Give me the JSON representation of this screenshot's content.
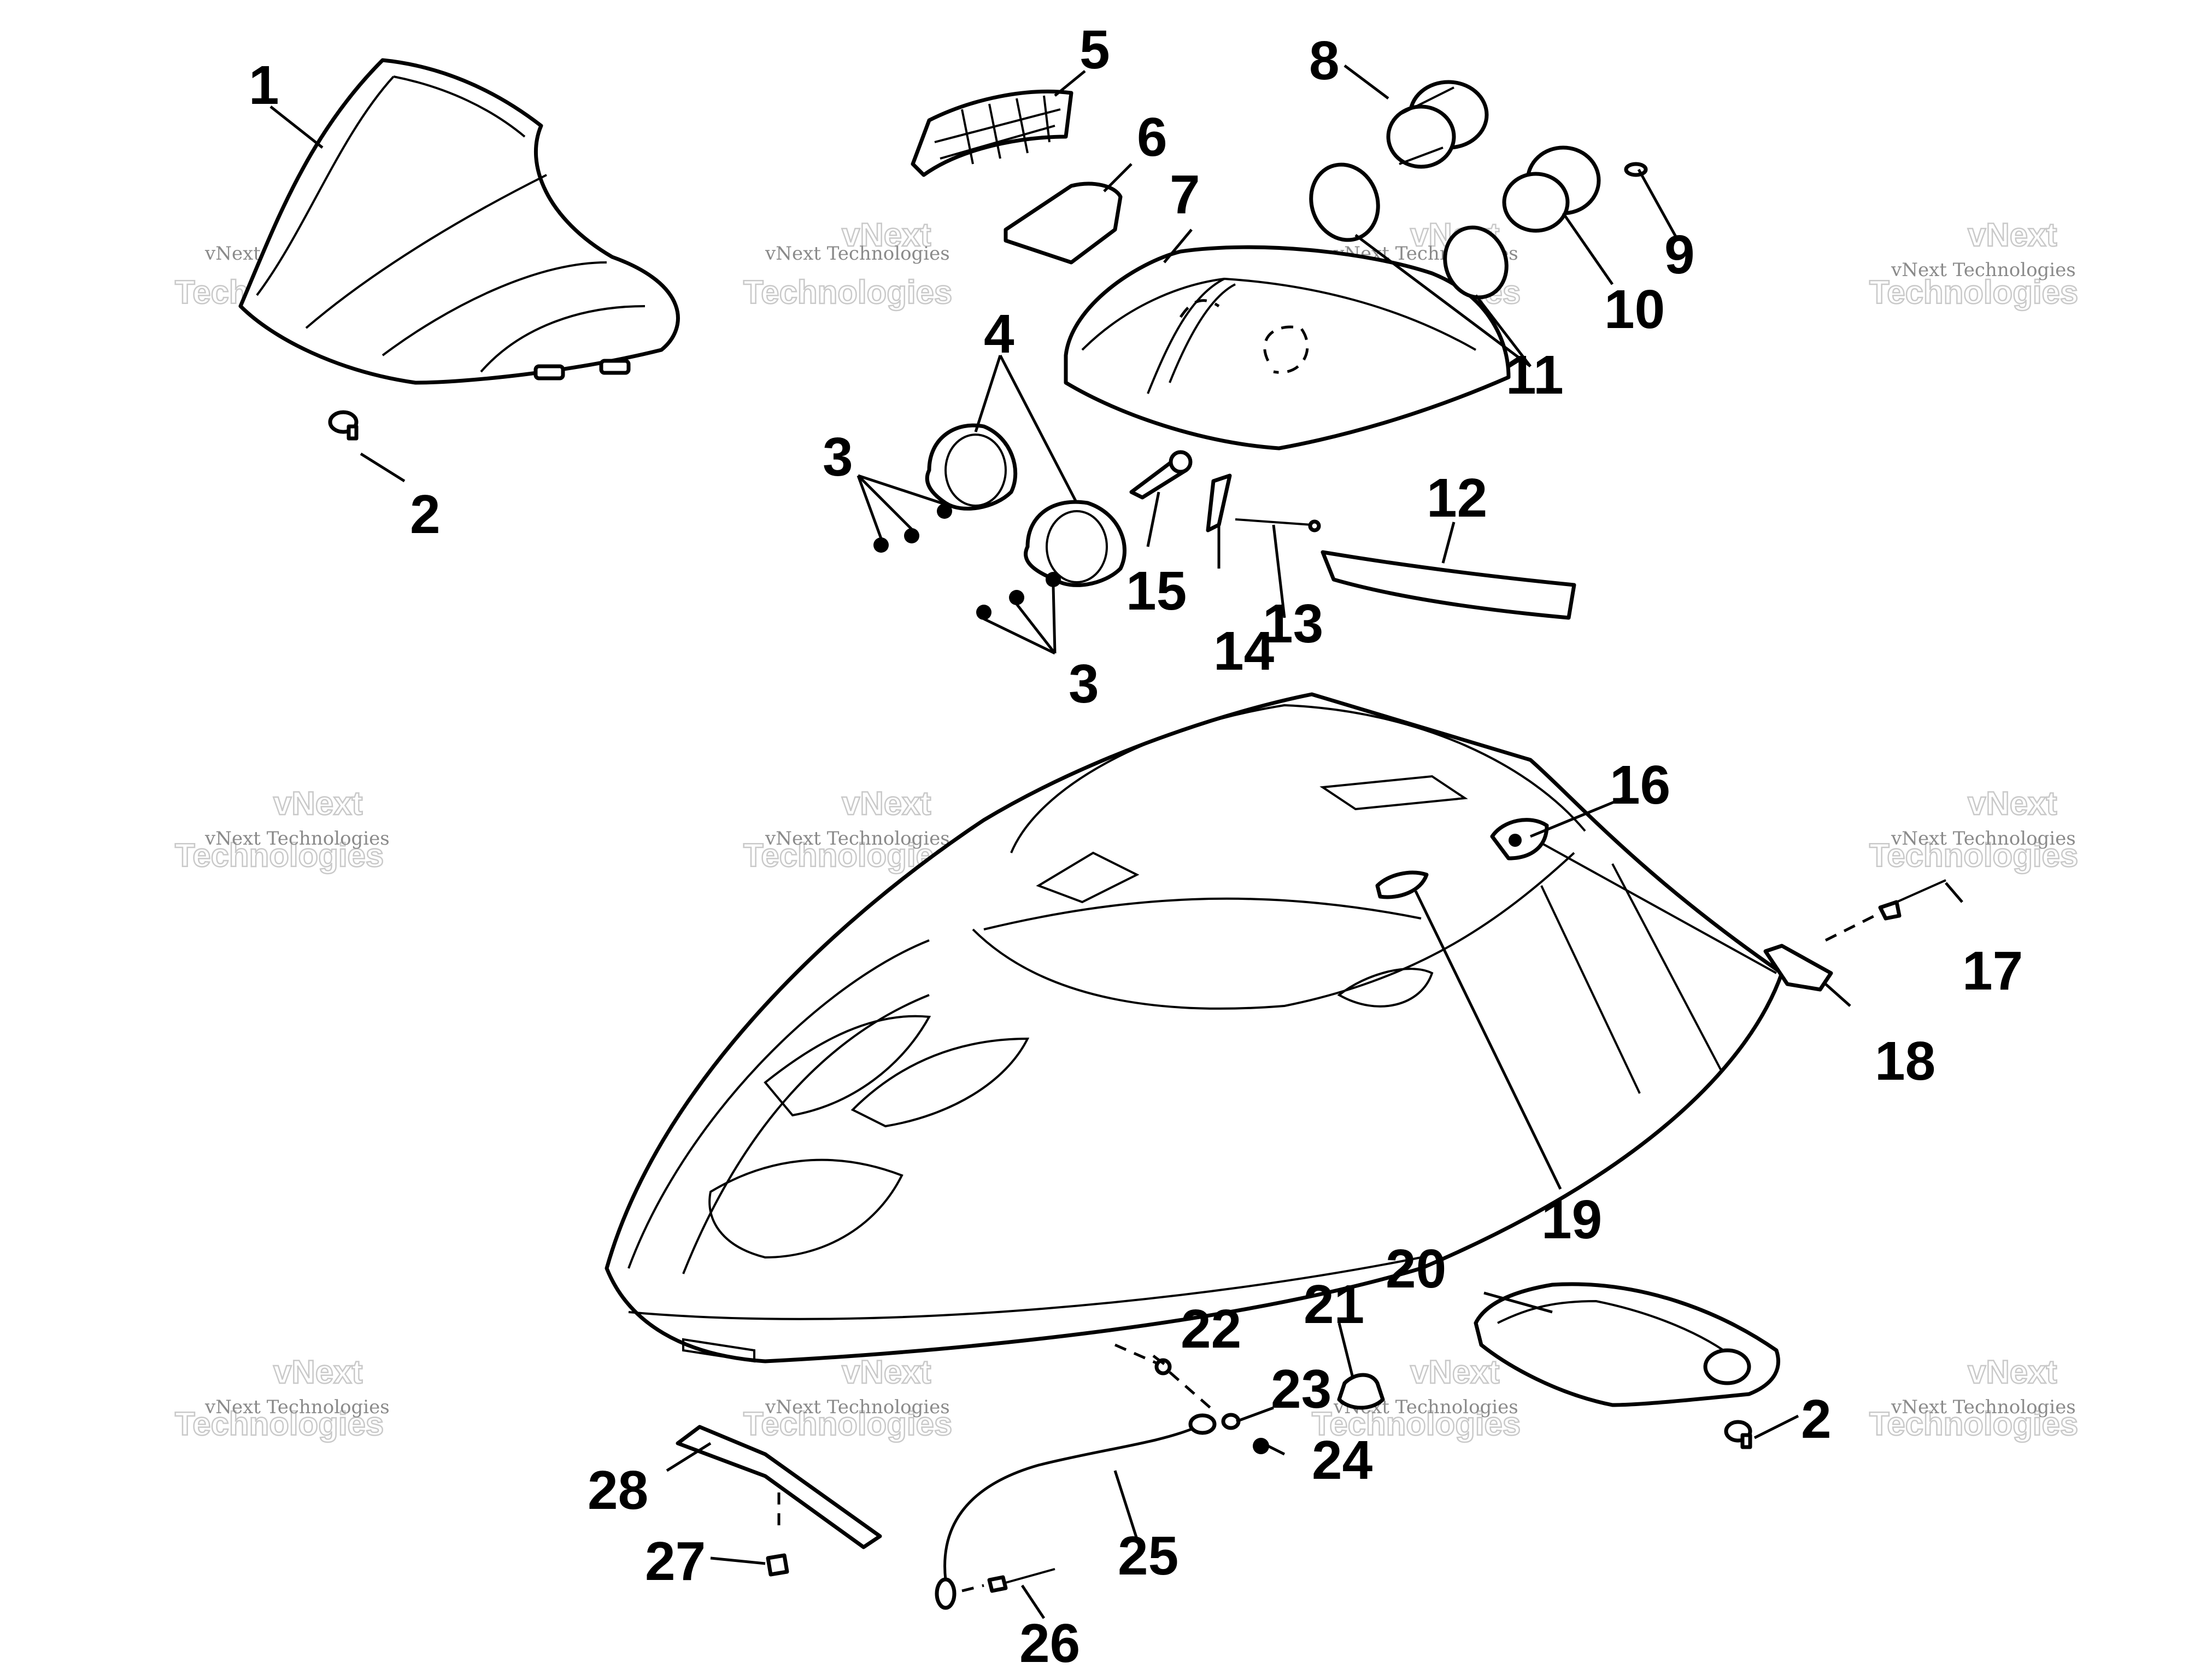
{
  "watermark": {
    "small_text": "vNext Technologies",
    "big_lines": [
      "vNext",
      "Technologies"
    ]
  },
  "callouts": [
    {
      "id": "c1",
      "label": "1"
    },
    {
      "id": "c2a",
      "label": "2"
    },
    {
      "id": "c2b",
      "label": "2"
    },
    {
      "id": "c3a",
      "label": "3"
    },
    {
      "id": "c3b",
      "label": "3"
    },
    {
      "id": "c4",
      "label": "4"
    },
    {
      "id": "c5",
      "label": "5"
    },
    {
      "id": "c6",
      "label": "6"
    },
    {
      "id": "c7",
      "label": "7"
    },
    {
      "id": "c8",
      "label": "8"
    },
    {
      "id": "c9",
      "label": "9"
    },
    {
      "id": "c10",
      "label": "10"
    },
    {
      "id": "c11",
      "label": "11"
    },
    {
      "id": "c12",
      "label": "12"
    },
    {
      "id": "c13",
      "label": "13"
    },
    {
      "id": "c14",
      "label": "14"
    },
    {
      "id": "c15",
      "label": "15"
    },
    {
      "id": "c16",
      "label": "16"
    },
    {
      "id": "c17",
      "label": "17"
    },
    {
      "id": "c18",
      "label": "18"
    },
    {
      "id": "c19",
      "label": "19"
    },
    {
      "id": "c20",
      "label": "20"
    },
    {
      "id": "c21",
      "label": "21"
    },
    {
      "id": "c22",
      "label": "22"
    },
    {
      "id": "c23",
      "label": "23"
    },
    {
      "id": "c24",
      "label": "24"
    },
    {
      "id": "c25",
      "label": "25"
    },
    {
      "id": "c26",
      "label": "26"
    },
    {
      "id": "c27",
      "label": "27"
    },
    {
      "id": "c28",
      "label": "28"
    }
  ]
}
